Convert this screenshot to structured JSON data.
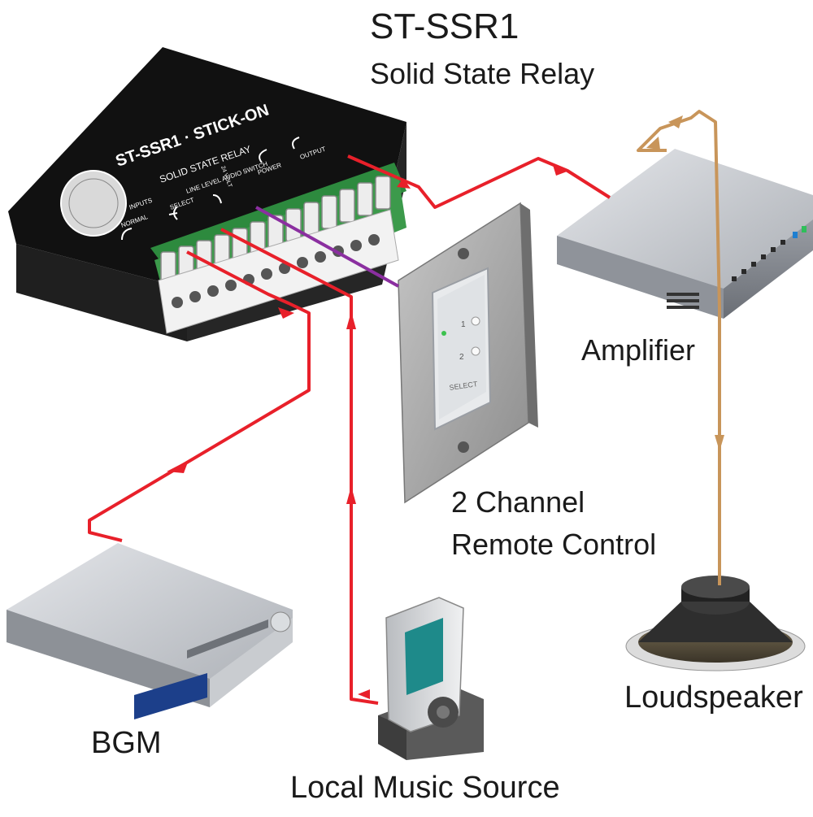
{
  "title": "ST-SSR1",
  "subtitle": "Solid State Relay",
  "device": {
    "top_label": "ST-SSR1 · STICK-ON",
    "sub_label": "SOLID STATE RELAY",
    "inputs_label": "INPUTS",
    "normal_label": "NORMAL",
    "select_label": "SELECT",
    "line_level_label": "LINE LEVEL AUDIO SWITCH",
    "power_label": "POWER",
    "output_label": "OUTPUT",
    "volt_label": "24 VOLT"
  },
  "remote": {
    "button_1": "1",
    "button_2": "2",
    "select_label": "SELECT"
  },
  "labels": {
    "amplifier": "Amplifier",
    "remote_line1": "2 Channel",
    "remote_line2": "Remote Control",
    "loudspeaker": "Loudspeaker",
    "bgm": "BGM",
    "local_source": "Local Music Source"
  },
  "colors": {
    "audio_wire": "#e8202a",
    "control_wire": "#8b2fa0",
    "speaker_wire": "#c8955a"
  }
}
